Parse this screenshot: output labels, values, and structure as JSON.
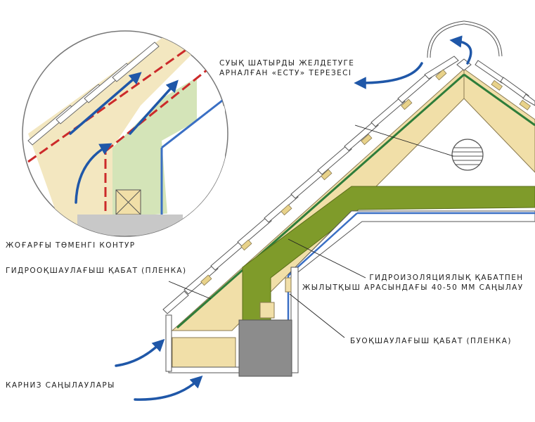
{
  "labels": {
    "vent_window_line1": "СУЫҚ ШАТЫРДЫ ЖЕЛДЕТУГЕ",
    "vent_window_line2": "АРНАЛҒАН «ЕСТУ» ТЕРЕЗЕСІ",
    "upper_lower_contour": "ЖОҒАРҒЫ ТӨМЕНГІ КОНТУР",
    "hydro_barrier_film": "ГИДРООҚШАУЛАҒЫШ ҚАБАТ (ПЛЕНКА)",
    "gap_line1": "ГИДРОИЗОЛЯЦИЯЛЫҚ ҚАБАТПЕН",
    "gap_line2": "ЖЫЛЫТҚЫШ АРАСЫНДАҒЫ 40-50 ММ САҢЫЛАУ",
    "vapor_barrier_film": "БУОҚШАУЛАҒЫШ ҚАБАТ (ПЛЕНКА)",
    "eave_gaps": "КАРНИЗ САҢЫЛАУЛАРЫ"
  },
  "colors": {
    "arrow": "#1f57a8",
    "insulation": "#7f9b2a",
    "timber": "#f1dfa8",
    "membrane": "#2e7d3a",
    "vapor": "#3a6fc4",
    "concrete": "#8c8c8c",
    "roof_tile": "#ffffff"
  }
}
